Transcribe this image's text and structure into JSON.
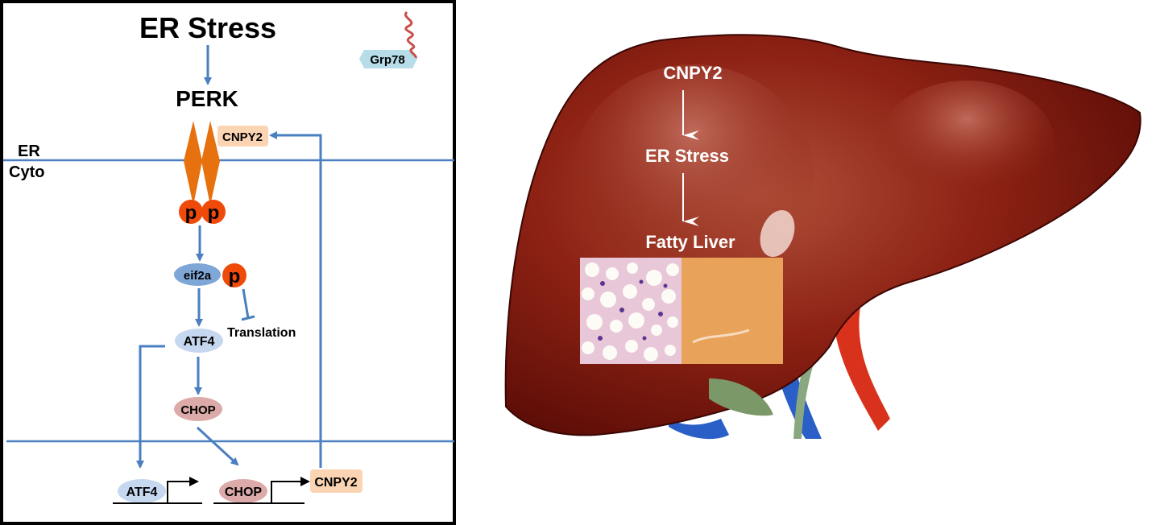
{
  "pathway": {
    "title": "ER Stress",
    "perk": "PERK",
    "grp78": "Grp78",
    "cnpy2_top": "CNPY2",
    "er_label": "ER",
    "cyto_label": "Cyto",
    "p1": "p",
    "p2": "p",
    "eif2a": "eif2a",
    "p3": "p",
    "translation": "Translation",
    "atf4": "ATF4",
    "chop": "CHOP",
    "atf4_gene": "ATF4",
    "chop_gene": "CHOP",
    "cnpy2_gene": "CNPY2"
  },
  "liver": {
    "step1": "CNPY2",
    "step2": "ER Stress",
    "step3": "Fatty Liver"
  },
  "colors": {
    "arrow": "#4a7fc0",
    "perk": "#e8710f",
    "phospho": "#f04a0a",
    "eif2a": "#7ea6d6",
    "atf4": "#c5d8ef",
    "chop": "#dcaaa8",
    "cnpy2": "#fbd4b4",
    "grp78": "#b6dde8",
    "liver": "#8a1a10"
  }
}
